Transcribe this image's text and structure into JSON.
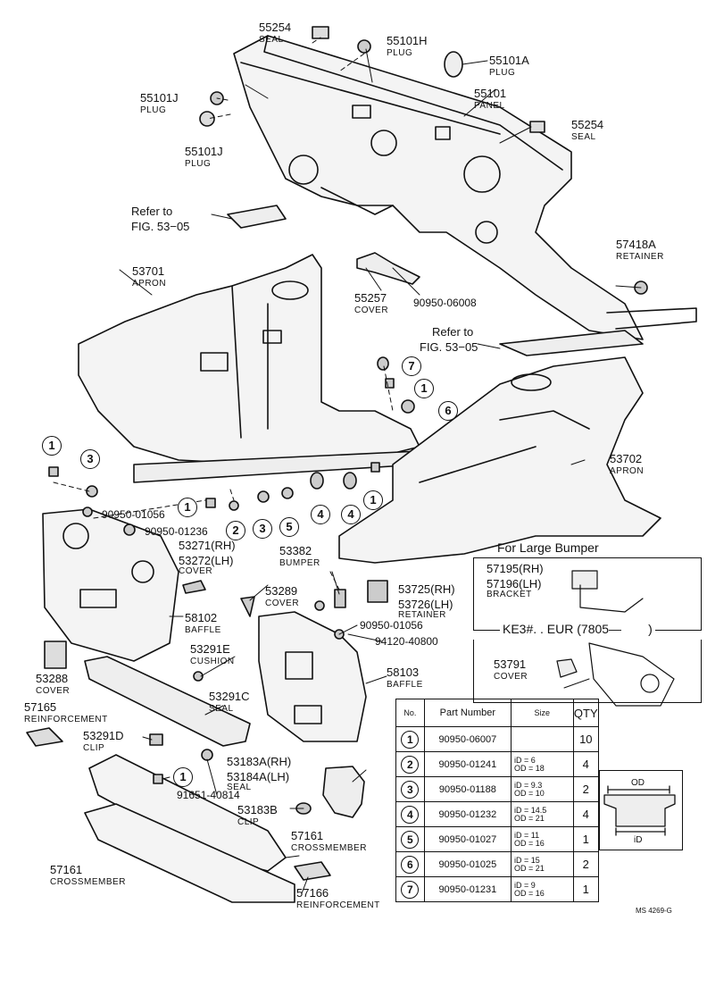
{
  "labels": {
    "l55254a": {
      "pn": "55254",
      "nm": "SEAL"
    },
    "l55101h": {
      "pn": "55101H",
      "nm": "PLUG"
    },
    "l55101a": {
      "pn": "55101A",
      "nm": "PLUG"
    },
    "l55101j1": {
      "pn": "55101J",
      "nm": "PLUG"
    },
    "l55101": {
      "pn": "55101",
      "nm": "PANEL"
    },
    "l55254b": {
      "pn": "55254",
      "nm": "SEAL"
    },
    "l55101j2": {
      "pn": "55101J",
      "nm": "PLUG"
    },
    "lref1": {
      "pn": "Refer to",
      "nm": "FIG. 53−05"
    },
    "l57418a": {
      "pn": "57418A",
      "nm": "RETAINER"
    },
    "l53701": {
      "pn": "53701",
      "nm": "APRON"
    },
    "l55257": {
      "pn": "55257",
      "nm": "COVER"
    },
    "l9095006008": {
      "pn": "90950-06008",
      "nm": ""
    },
    "lref2": {
      "pn": "Refer to",
      "nm": "FIG. 53−05"
    },
    "l53702": {
      "pn": "53702",
      "nm": "APRON"
    },
    "l9095001056a": {
      "pn": "90950-01056",
      "nm": ""
    },
    "l9095001236": {
      "pn": "90950-01236",
      "nm": ""
    },
    "l53271": {
      "pn": "53271(RH)",
      "nm": ""
    },
    "l53272": {
      "pn": "53272(LH)",
      "nm": "COVER"
    },
    "l53382": {
      "pn": "53382",
      "nm": "BUMPER"
    },
    "l53289": {
      "pn": "53289",
      "nm": "COVER"
    },
    "l53725": {
      "pn": "53725(RH)",
      "nm": ""
    },
    "l53726": {
      "pn": "53726(LH)",
      "nm": "RETAINER"
    },
    "l9095001056b": {
      "pn": "90950-01056",
      "nm": ""
    },
    "l9412040800": {
      "pn": "94120-40800",
      "nm": ""
    },
    "l58102": {
      "pn": "58102",
      "nm": "BAFFLE"
    },
    "l53288": {
      "pn": "53288",
      "nm": "COVER"
    },
    "l53291e": {
      "pn": "53291E",
      "nm": "CUSHION"
    },
    "l57165": {
      "pn": "57165",
      "nm": "REINFORCEMENT"
    },
    "l53291c": {
      "pn": "53291C",
      "nm": "SEAL"
    },
    "l53291d": {
      "pn": "53291D",
      "nm": "CLIP"
    },
    "l58103": {
      "pn": "58103",
      "nm": "BAFFLE"
    },
    "l53183a": {
      "pn": "53183A(RH)",
      "nm": ""
    },
    "l53184a": {
      "pn": "53184A(LH)",
      "nm": "SEAL"
    },
    "l9165140814": {
      "pn": "91651-40814",
      "nm": ""
    },
    "l53183b": {
      "pn": "53183B",
      "nm": "CLIP"
    },
    "l57161a": {
      "pn": "57161",
      "nm": "CROSSMEMBER"
    },
    "l57161b": {
      "pn": "57161",
      "nm": "CROSSMEMBER"
    },
    "l57166": {
      "pn": "57166",
      "nm": "REINFORCEMENT"
    },
    "l57195": {
      "pn": "57195(RH)",
      "nm": ""
    },
    "l57196": {
      "pn": "57196(LH)",
      "nm": "BRACKET"
    },
    "l53791": {
      "pn": "53791",
      "nm": "COVER"
    }
  },
  "callouts": [
    "7",
    "1",
    "6",
    "1",
    "3",
    "1",
    "2",
    "3",
    "5",
    "4",
    "4",
    "1",
    "1"
  ],
  "boxes": {
    "bumper_title": "For Large Bumper",
    "ke3_title": "KE3#. . EUR (7805—",
    "ke3_end": ")"
  },
  "table": {
    "headers": [
      "No.",
      "Part Number",
      "Size",
      "QTY"
    ],
    "rows": [
      {
        "no": "1",
        "pn": "90950-06007",
        "s1": "",
        "s2": "",
        "qty": "10"
      },
      {
        "no": "2",
        "pn": "90950-01241",
        "s1": "iD = 6",
        "s2": "OD = 18",
        "qty": "4"
      },
      {
        "no": "3",
        "pn": "90950-01188",
        "s1": "iD = 9.3",
        "s2": "OD = 10",
        "qty": "2"
      },
      {
        "no": "4",
        "pn": "90950-01232",
        "s1": "iD = 14.5",
        "s2": "OD = 21",
        "qty": "4"
      },
      {
        "no": "5",
        "pn": "90950-01027",
        "s1": "iD = 11",
        "s2": "OD = 16",
        "qty": "1"
      },
      {
        "no": "6",
        "pn": "90950-01025",
        "s1": "iD = 15",
        "s2": "OD = 21",
        "qty": "2"
      },
      {
        "no": "7",
        "pn": "90950-01231",
        "s1": "iD = 9",
        "s2": "OD = 16",
        "qty": "1"
      }
    ]
  },
  "grommet": {
    "od": "OD",
    "id": "iD"
  },
  "code": "MS 4269-G"
}
